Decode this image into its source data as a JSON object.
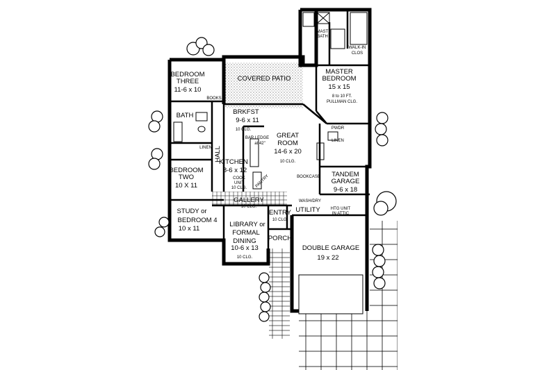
{
  "rooms": {
    "master_bath": {
      "name_line1": "MAST",
      "name_line2": "BATH"
    },
    "walk_in_closet": {
      "line1": "WALK-IN",
      "line2": "CLOS"
    },
    "master_bedroom": {
      "name_line1": "MASTER",
      "name_line2": "BEDROOM",
      "dims": "15 x 15",
      "note_line1": "8 to 10 FT.",
      "note_line2": "PULLMAN CLG."
    },
    "covered_patio": {
      "name": "COVERED PATIO"
    },
    "bedroom_three": {
      "name_line1": "BEDROOM",
      "name_line2": "THREE",
      "dims": "11-6 x 10"
    },
    "books": {
      "name": "BOOKS"
    },
    "bath": {
      "name": "BATH"
    },
    "linen_hall": {
      "name": "LINEN"
    },
    "hall": {
      "name": "HALL"
    },
    "brkfst": {
      "name": "BRKFST",
      "dims": "9-6 x 11",
      "note": "10 CLG."
    },
    "bar_ledge": {
      "line1": "BAR LEDGE",
      "line2": "at 42\""
    },
    "great_room": {
      "name_line1": "GREAT",
      "name_line2": "ROOM",
      "dims": "14-6 x 20",
      "note": "10 CLG."
    },
    "bookcase": {
      "name": "BOOKCASE"
    },
    "pwdr": {
      "name": "PWDR"
    },
    "linen_pwdr": {
      "name": "LINEN"
    },
    "kitchen": {
      "name": "KITCHEN",
      "dims": "8-6 x 12",
      "note_line1": "COOK",
      "note_line2": "UNIT",
      "note_line3": "10 CLG."
    },
    "pantry": {
      "name": "PANTRY"
    },
    "bedroom_two": {
      "name_line1": "BEDROOM",
      "name_line2": "TWO",
      "dims": "10 X 11"
    },
    "tandem_garage": {
      "name_line1": "TANDEM",
      "name_line2": "GARAGE",
      "dims": "9-6 x 18"
    },
    "gallery": {
      "name": "GALLERY",
      "note": "10 CLG."
    },
    "utility": {
      "name": "UTILITY"
    },
    "htg_unit": {
      "line1": "HTG UNIT",
      "line2": "IN ATTIC"
    },
    "wash_dry": {
      "name": "WASH/DRY"
    },
    "entry": {
      "name": "ENTRY",
      "note": "10 CLG."
    },
    "study": {
      "name_line1": "STUDY or",
      "name_line2": "BEDROOM 4",
      "dims": "10 x 11"
    },
    "library": {
      "name_line1": "LIBRARY or",
      "name_line2": "FORMAL",
      "name_line3": "DINING",
      "dims": "10-6 x 13",
      "note": "10 CLG."
    },
    "porch": {
      "name": "PORCH"
    },
    "double_garage": {
      "name": "DOUBLE  GARAGE",
      "dims": "19 x 22"
    }
  }
}
